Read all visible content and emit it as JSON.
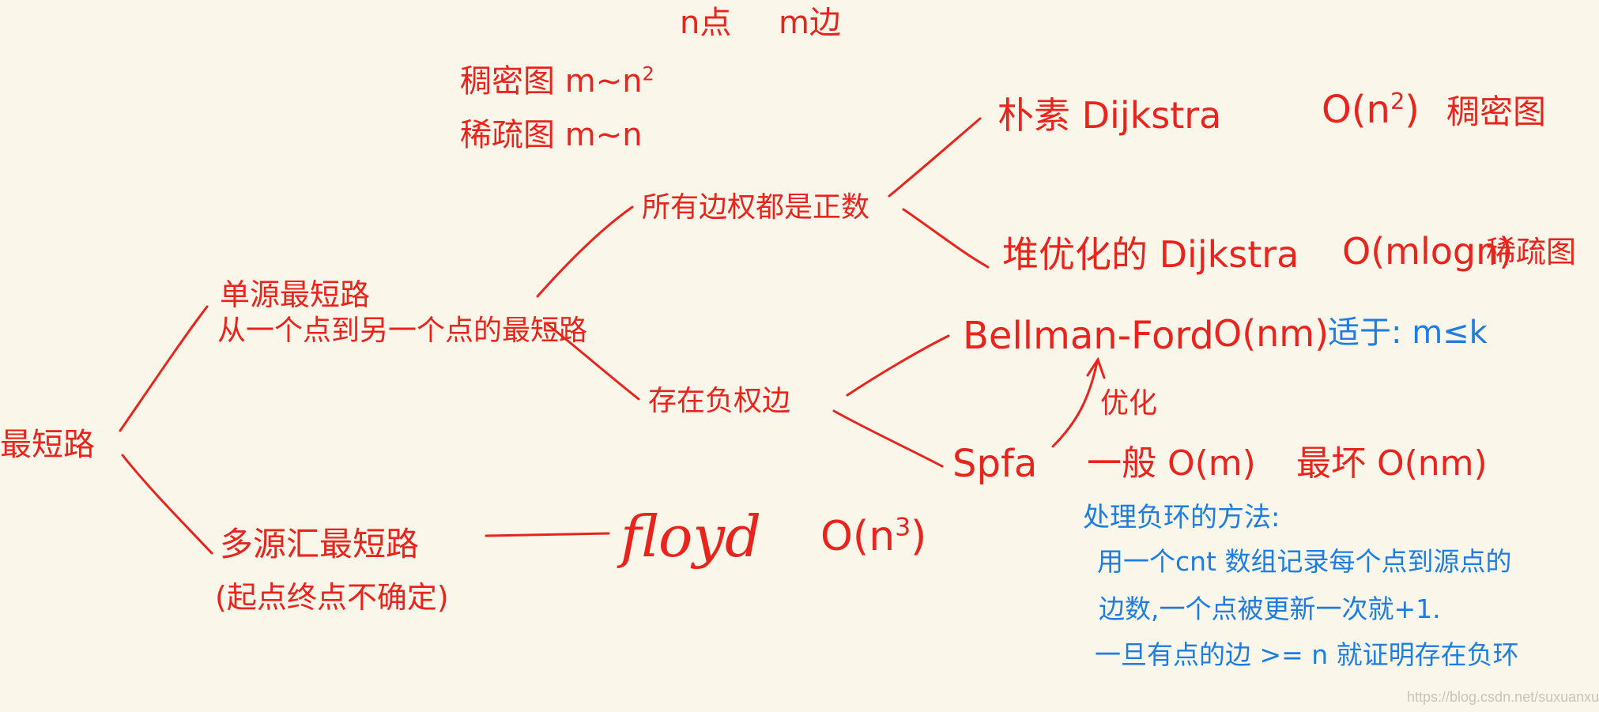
{
  "header": {
    "n_label": "n点",
    "m_label": "m边"
  },
  "density": {
    "dense": "稠密图  m~n",
    "dense_sup": "2",
    "sparse": "稀疏图  m~n"
  },
  "root": "最短路",
  "single_source": {
    "title": "单源最短路",
    "subtitle": "从一个点到另一个点的最短路"
  },
  "multi_source": {
    "title": "多源汇最短路",
    "subtitle": "(起点终点不确定)"
  },
  "positive_weights": "所有边权都是正数",
  "negative_weights": "存在负权边",
  "naive_dijkstra": {
    "name": "朴素 Dijkstra",
    "complexity": "O(n",
    "complexity_sup": "2",
    "complexity_tail": ")",
    "note": "稠密图"
  },
  "heap_dijkstra": {
    "name": "堆优化的 Dijkstra",
    "complexity": "O(mlogn)",
    "note": "稀疏图"
  },
  "bellman_ford": {
    "name": "Bellman-Ford",
    "complexity": "O(nm)",
    "note": "适于: m≤k"
  },
  "optimize_label": "优化",
  "spfa": {
    "name": "Spfa",
    "general": "一般 O(m)",
    "worst": "最坏 O(nm)"
  },
  "floyd": {
    "name": "floyd",
    "complexity": "O(n",
    "complexity_sup": "3",
    "complexity_tail": ")"
  },
  "negative_cycle": {
    "title": "处理负环的方法:",
    "line1": "用一个cnt 数组记录每个点到源点的",
    "line2": "边数,一个点被更新一次就+1.",
    "line3": "一旦有点的边 >= n 就证明存在负环"
  },
  "watermark": "https://blog.csdn.net/suxuanxuan",
  "colors": {
    "ink_red": "#e8241c",
    "ink_blue": "#1d7de0",
    "paper": "#faf6ea"
  }
}
